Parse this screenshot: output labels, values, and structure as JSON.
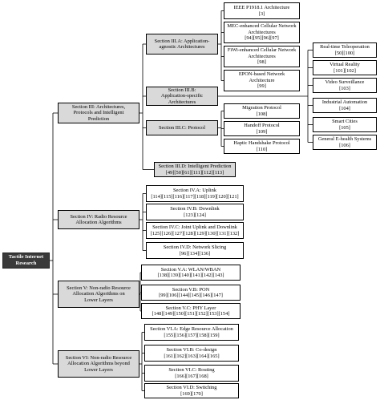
{
  "diagram": {
    "root": [
      "Tactile Internet",
      "Research"
    ],
    "nodes": [
      {
        "id": "s3",
        "lines": [
          "Section III: Architectures,",
          "Protocols and Intelligent",
          "Prediction"
        ]
      },
      {
        "id": "s3a",
        "lines": [
          "Section III.A: Application-",
          "agnostic Architectures"
        ]
      },
      {
        "id": "ieee",
        "lines": [
          "IEEE P1918.1 Architecture",
          "[3]"
        ]
      },
      {
        "id": "mec",
        "lines": [
          "MEC-enhanced Cellular Network",
          "Architectures",
          "[94][95][96][97]"
        ]
      },
      {
        "id": "fiwi",
        "lines": [
          "FiWi-enhanced Cellular Network",
          "Architectures",
          "[98]"
        ]
      },
      {
        "id": "epon",
        "lines": [
          "EPON-based Network",
          "Architecture",
          "[99]"
        ]
      },
      {
        "id": "s3b",
        "lines": [
          "Section III.B:",
          "Application-specific",
          "Architectures"
        ]
      },
      {
        "id": "rtt",
        "lines": [
          "Real-time Teleoperation",
          "[50][100]"
        ]
      },
      {
        "id": "vr",
        "lines": [
          "Virtual Reality",
          "[101][102]"
        ]
      },
      {
        "id": "vs",
        "lines": [
          "Video Surveillance",
          "[103]"
        ]
      },
      {
        "id": "ia",
        "lines": [
          "Industrial Automation",
          "[104]"
        ]
      },
      {
        "id": "sc",
        "lines": [
          "Smart Cities",
          "[105]"
        ]
      },
      {
        "id": "geh",
        "lines": [
          "General E-health Systems",
          "[106]"
        ]
      },
      {
        "id": "s3c",
        "lines": [
          "Section III.C: Protocol"
        ]
      },
      {
        "id": "mig",
        "lines": [
          "Migration Protocol",
          "[108]"
        ]
      },
      {
        "id": "hand",
        "lines": [
          "Handoff Protocol",
          "[109]"
        ]
      },
      {
        "id": "hap",
        "lines": [
          "Haptic Handshake Protocol",
          "[110]"
        ]
      },
      {
        "id": "s3d",
        "lines": [
          "Section III.D: Intelligent Prediction",
          "[49][50][61][111][112][113]"
        ]
      },
      {
        "id": "s4",
        "lines": [
          "Section IV: Radio Resource",
          "Allocation Algorithms"
        ]
      },
      {
        "id": "s4a",
        "lines": [
          "Section IV.A: Uplink",
          "[114][115][116][117][118][119][120][121]"
        ]
      },
      {
        "id": "s4b",
        "lines": [
          "Section IV.B: Downlink",
          "[123][124]"
        ]
      },
      {
        "id": "s4c",
        "lines": [
          "Section IV.C: Joint Uplink and Downlink",
          "[125][126][127][128][129][130][131][132]"
        ]
      },
      {
        "id": "s4d",
        "lines": [
          "Section IV.D: Network Slicing",
          "[96][134][136]"
        ]
      },
      {
        "id": "s5",
        "lines": [
          "Section V: Non-radio Resource",
          "Allocation Algorithms on",
          "Lower Layers"
        ]
      },
      {
        "id": "s5a",
        "lines": [
          "Section V.A: WLAN/WBAN",
          "[138][139][140][141][142][143]"
        ]
      },
      {
        "id": "s5b",
        "lines": [
          "Section V.B: PON",
          "[99][106][144][145][146][147]"
        ]
      },
      {
        "id": "s5c",
        "lines": [
          "Section V.C: PHY Layer",
          "[148][149][150][151][152][153][154]"
        ]
      },
      {
        "id": "s6",
        "lines": [
          "Section VI: Non-radio Resource",
          "Allocation Algorithms beyond",
          "Lower Layers"
        ]
      },
      {
        "id": "s6a",
        "lines": [
          "Section VI.A: Edge Resource Allocation",
          "[155][156][157][158][159]"
        ]
      },
      {
        "id": "s6b",
        "lines": [
          "Section VI.B: Co-design",
          "[161][162][163][164][165]"
        ]
      },
      {
        "id": "s6c",
        "lines": [
          "Section VI.C: Routing",
          "[166][167][168]"
        ]
      },
      {
        "id": "s6d",
        "lines": [
          "Section VI.D: Switching",
          "[169][170]"
        ]
      }
    ]
  }
}
